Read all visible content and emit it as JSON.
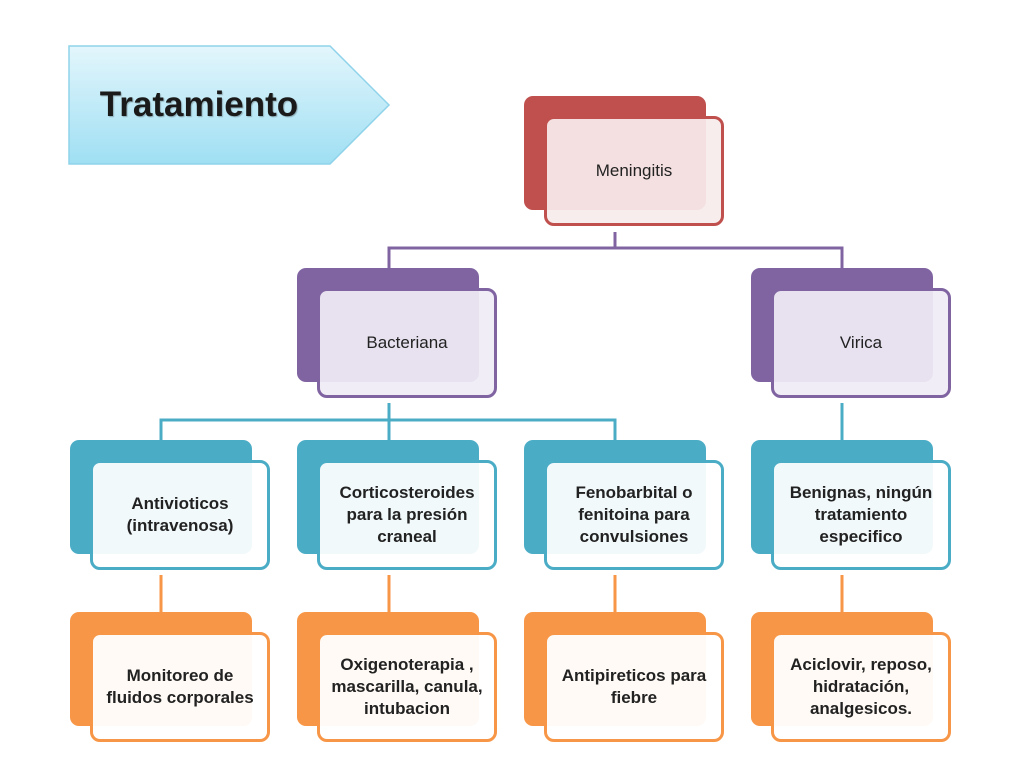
{
  "title": "Tratamiento",
  "colors": {
    "title_banner": "#bfe9f7",
    "level_root": "#c0504d",
    "level_type": "#8064a2",
    "level_treatment": "#4bacc6",
    "level_support": "#f79646"
  },
  "root": {
    "label": "Meningitis"
  },
  "branches": [
    {
      "label": "Bacteriana",
      "treatments": [
        {
          "label": "Antivioticos (intravenosa)",
          "support": "Monitoreo de fluidos corporales"
        },
        {
          "label": "Corticosteroides para la presión craneal",
          "support": "Oxigenoterapia , mascarilla, canula, intubacion"
        },
        {
          "label": "Fenobarbital o fenitoina para convulsiones",
          "support": "Antipireticos para fiebre"
        }
      ]
    },
    {
      "label": "Virica",
      "treatments": [
        {
          "label": "Benignas, ningún tratamiento especifico",
          "support": "Aciclovir, reposo, hidratación, analgesicos."
        }
      ]
    }
  ]
}
